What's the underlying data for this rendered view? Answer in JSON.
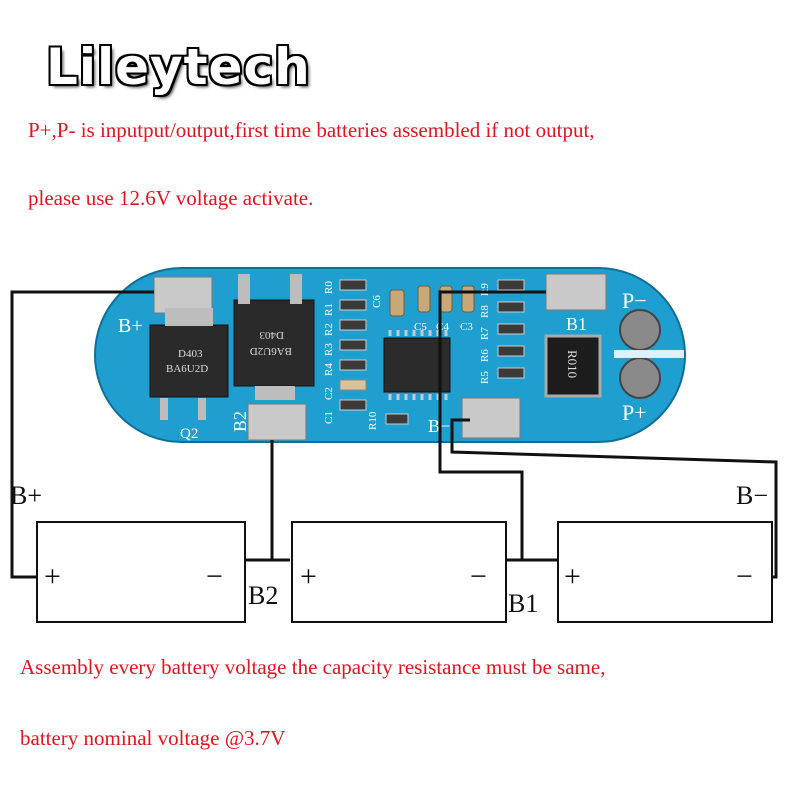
{
  "brand": "Lileytech",
  "notes": {
    "line1": "P+,P- is inputput/output,first time batteries assembled if not output,",
    "line2": "please use 12.6V voltage activate.",
    "line3": "Assembly every battery voltage the capacity resistance must be same,",
    "line4": "battery nominal voltage @3.7V"
  },
  "board": {
    "pads": {
      "bplus": "B+",
      "b2": "B2",
      "b1": "B1",
      "pminus": "P−",
      "pplus": "P+",
      "bminus": "B−"
    },
    "chips": {
      "q1_top": "D403",
      "q1_bottom": "BA6U2D",
      "q2_label": "Q2",
      "q3_top": "BA6U2D",
      "q3_bottom": "D403",
      "resistor": "R010"
    },
    "components": {
      "r0": "R0",
      "r1": "R1",
      "r2": "R2",
      "r3": "R3",
      "r4": "R4",
      "c2": "C2",
      "c1": "C1",
      "r10": "R10",
      "c6": "C6",
      "c5": "C5",
      "c4": "C4",
      "c3": "C3",
      "r9": "R9",
      "r8": "R8",
      "r7": "R7",
      "r6": "R6",
      "r5": "R5"
    }
  },
  "wiring": {
    "b_plus": "B+",
    "b_minus": "B−",
    "b2": "B2",
    "b1": "B1",
    "cell_plus": "+",
    "cell_minus": "−"
  },
  "colors": {
    "note_red": "#e0141e",
    "pcb_blue": "#1f9fd0",
    "wire": "#111111"
  }
}
